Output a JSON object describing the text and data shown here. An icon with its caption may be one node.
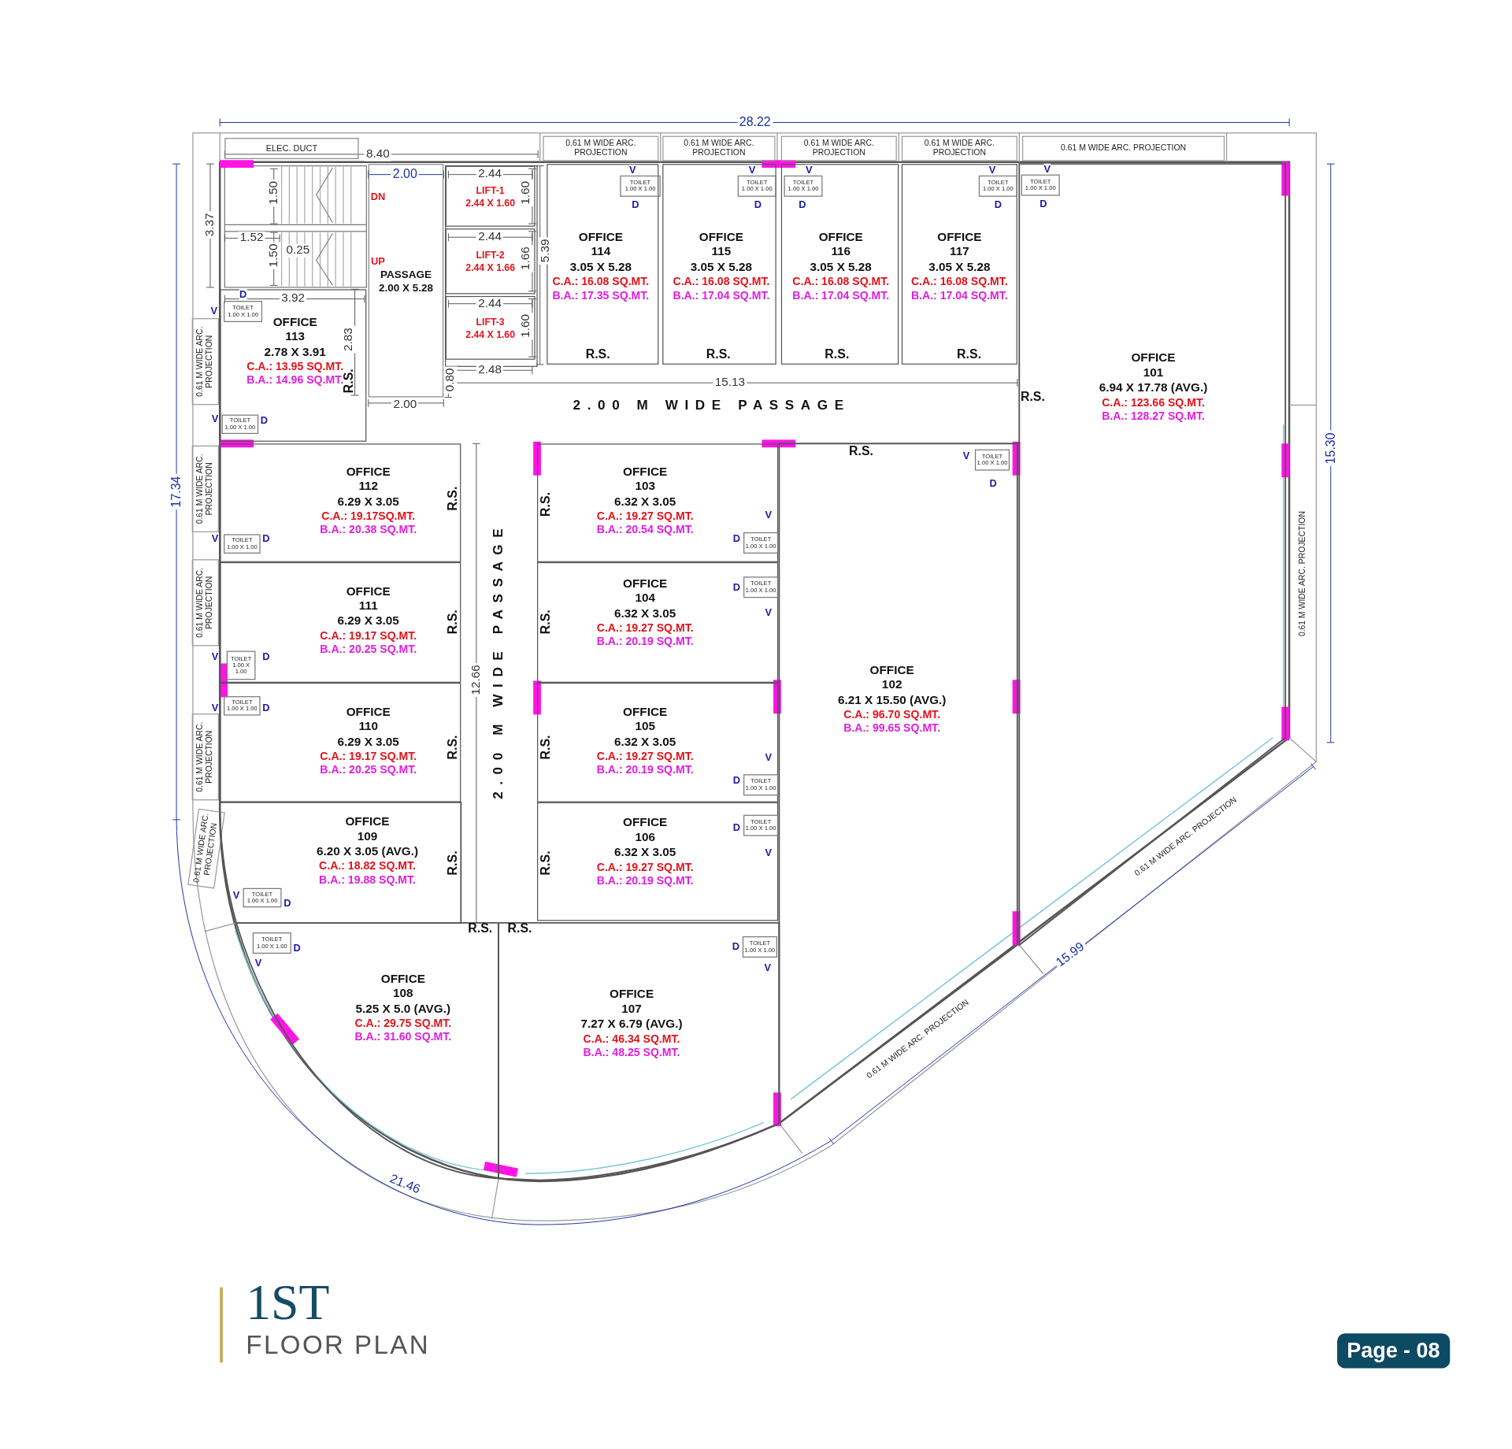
{
  "diagram": {
    "title": "1ST FLOOR PLAN",
    "nodes": [
      {
        "text": [
          "ELEC. DUCT"
        ]
      },
      {
        "text": [
          "0.61 M WIDE ARC. PROJECTION"
        ]
      },
      {
        "text": [
          "0.61 M WIDE ARC. PROJECTION"
        ]
      },
      {
        "text": [
          "0.61 M WIDE ARC. PROJECTION"
        ]
      },
      {
        "text": [
          "0.61 M WIDE ARC. PROJECTION"
        ]
      },
      {
        "text": [
          "0.61 M WIDE ARC. PROJECTION"
        ]
      },
      {
        "text": [
          "PASSAGE",
          "2.00 X 5.28"
        ],
        "beside": [
          "2.00"
        ]
      },
      {
        "text": [
          "LIFT-1",
          "2.44 X 1.60"
        ]
      },
      {
        "text": [
          "LIFT-2",
          "2.44 X 1.66"
        ]
      },
      {
        "text": [
          "LIFT-3",
          "2.44 X 1.60"
        ]
      },
      {
        "text": [
          "OFFICE 114",
          "3.05 X 5.28",
          "C.A.: 16.08 SQ.MT.",
          "B.A.: 17.35 SQ.MT."
        ]
      },
      {
        "text": [
          "TOILET",
          "1.00 X 1.00"
        ],
        "in": 10,
        "beside": [
          "V",
          "D"
        ]
      },
      {
        "text": [
          "OFFICE 115",
          "3.05 X 5.28",
          "C.A.: 16.08 SQ.MT.",
          "B.A.: 17.04 SQ.MT."
        ]
      },
      {
        "text": [
          "TOILET",
          "1.00 X 1.00"
        ],
        "in": 12,
        "beside": [
          "V",
          "D"
        ]
      },
      {
        "text": [
          "OFFICE 116",
          "3.05 X 5.28",
          "C.A.: 16.08 SQ.MT.",
          "B.A.: 17.04 SQ.MT."
        ]
      },
      {
        "text": [
          "TOILET",
          "1.00 X 1.00"
        ],
        "in": 14,
        "beside": [
          "V",
          "D"
        ]
      },
      {
        "text": [
          "OFFICE 117",
          "3.05 X 5.28",
          "C.A.: 16.08 SQ.MT.",
          "B.A.: 17.04 SQ.MT."
        ]
      },
      {
        "text": [
          "TOILET",
          "1.00 X 1.00"
        ],
        "in": 16,
        "beside": [
          "V",
          "D"
        ]
      },
      {
        "text": [
          "OFFICE 101",
          "6.94 X 17.78 (AVG.)",
          "C.A.: 123.66 SQ.MT.",
          "B.A.: 128.27 SQ.MT."
        ]
      },
      {
        "text": [
          "TOILET",
          "1.00 X 1.00"
        ],
        "in": 18,
        "beside": [
          "V",
          "D"
        ]
      },
      {
        "text": [
          "0.61 M WIDE ARC. PROJECTION"
        ]
      },
      {
        "text": [
          "OFFICE 113",
          "2.78 X 3.91",
          "C.A.: 13.95 SQ.MT.",
          "B.A.: 14.96 SQ.MT."
        ]
      },
      {
        "text": [
          "TOILET",
          "1.00 X 1.00"
        ],
        "in": 21,
        "beside": [
          "V",
          "D"
        ]
      },
      {
        "text": [
          "TOILET",
          "1.00 X 1.00"
        ],
        "in": 21,
        "beside": [
          "V",
          "D"
        ]
      },
      {
        "text": [
          "0.61 M WIDE ARC. PROJECTION"
        ]
      },
      {
        "text": [
          "0.61 M WIDE ARC. PROJECTION"
        ]
      },
      {
        "text": [
          "OFFICE 112",
          "6.29 X 3.05",
          "C.A.: 19.17SQ.MT.",
          "B.A.: 20.38 SQ.MT."
        ]
      },
      {
        "text": [
          "TOILET",
          "1.00 X 1.00"
        ],
        "in": 26,
        "beside": [
          "V",
          "D"
        ]
      },
      {
        "text": [
          "OFFICE 103",
          "6.32 X 3.05",
          "C.A.: 19.27 SQ.MT.",
          "B.A.: 20.54 SQ.MT."
        ]
      },
      {
        "text": [
          "TOILET",
          "1.00 X 1.00"
        ],
        "in": 28,
        "beside": [
          "V",
          "D"
        ]
      },
      {
        "text": [
          "OFFICE 102",
          "6.21 X 15.50 (AVG.)",
          "C.A.: 96.70 SQ.MT.",
          "B.A.: 99.65 SQ.MT."
        ]
      },
      {
        "text": [
          "TOILET",
          "1.00 X 1.00"
        ],
        "in": 30,
        "beside": [
          "V",
          "D"
        ]
      },
      {
        "text": [
          "OFFICE 104",
          "6.32 X 3.05",
          "C.A.: 19.27 SQ.MT.",
          "B.A.: 20.19 SQ.MT."
        ]
      },
      {
        "text": [
          "TOILET",
          "1.00 X 1.00"
        ],
        "in": 32,
        "beside": [
          "V",
          "D"
        ]
      },
      {
        "text": [
          "0.61 M WIDE ARC. PROJECTION"
        ]
      },
      {
        "text": [
          "OFFICE 111",
          "6.29 X 3.05",
          "C.A.: 19.17 SQ.MT.",
          "B.A.: 20.25 SQ.MT."
        ]
      },
      {
        "text": [
          "TOILET",
          "1.00 X 1.00"
        ],
        "in": 35,
        "beside": [
          "V",
          "D"
        ]
      },
      {
        "text": [
          "OFFICE 105",
          "6.32 X 3.05",
          "C.A.: 19.27 SQ.MT.",
          "B.A.: 20.19 SQ.MT."
        ]
      },
      {
        "text": [
          "TOILET",
          "1.00 X 1.00"
        ],
        "in": 37,
        "beside": [
          "V",
          "D"
        ]
      },
      {
        "text": [
          "0.61 M WIDE ARC. PROJECTION"
        ]
      },
      {
        "text": [
          "OFFICE 110",
          "6.29 X 3.05",
          "C.A.: 19.17 SQ.MT.",
          "B.A.: 20.25 SQ.MT."
        ]
      },
      {
        "text": [
          "TOILET",
          "1.00 X 1.00"
        ],
        "in": 40,
        "beside": [
          "V",
          "D"
        ]
      },
      {
        "text": [
          "OFFICE 106",
          "6.32 X 3.05",
          "C.A.: 19.27 SQ.MT.",
          "B.A.: 20.19 SQ.MT."
        ]
      },
      {
        "text": [
          "TOILET",
          "1.00 X 1.00"
        ],
        "in": 42,
        "beside": [
          "V",
          "D"
        ]
      },
      {
        "text": [
          "0.61 M WIDE ARC. PROJECTION"
        ]
      },
      {
        "text": [
          "OFFICE 109",
          "6.20 X 3.05 (AVG.)",
          "C.A.: 18.82 SQ.MT.",
          "B.A.: 19.88 SQ.MT."
        ]
      },
      {
        "text": [
          "TOILET",
          "1.00 X 1.00"
        ],
        "in": 45,
        "beside": [
          "V",
          "D"
        ]
      },
      {
        "text": [
          "0.61 M WIDE ARC. PROJECTION"
        ]
      },
      {
        "text": [
          "OFFICE 108",
          "5.25 X 5.0 (AVG.)",
          "C.A.: 29.75 SQ.MT.",
          "B.A.: 31.60 SQ.MT."
        ]
      },
      {
        "text": [
          "TOILET",
          "1.00 X 1.00"
        ],
        "in": 48,
        "beside": [
          "V",
          "D"
        ]
      },
      {
        "text": [
          "OFFICE 107",
          "7.27 X 6.79 (AVG.)",
          "C.A.: 46.34 SQ.MT.",
          "B.A.: 48.25 SQ.MT."
        ]
      },
      {
        "text": [
          "TOILET",
          "1.00 X 1.00"
        ],
        "in": 50,
        "beside": [
          "V",
          "D"
        ]
      },
      {
        "text": [
          "0.61 M WIDE ARC. PROJECTION"
        ]
      }
    ],
    "labels": [
      "28.22",
      "8.40",
      "2.00",
      "2.44",
      "1.50",
      "1.60",
      "DN",
      "3.37",
      "1.52",
      "2.44",
      "0.25",
      "1.50",
      "1.66",
      "5.39",
      "UP",
      "3.92",
      "2.44",
      "1.60",
      "2.83",
      "R.S.",
      "R.S.",
      "R.S.",
      "R.S.",
      "2.48",
      "R.S.",
      "0.80",
      "15.13",
      "R.S.",
      "2.00 M WIDE PASSAGE",
      "R.S.",
      "15.30",
      "17.34",
      "R.S.",
      "R.S.",
      "R.S.",
      "R.S.",
      "2.00 M WIDE PASSAGE",
      "12.66",
      "R.S.",
      "R.S.",
      "R.S.",
      "R.S.",
      "R.S.",
      "R.S.",
      "15.99",
      "21.46",
      "Page - 08"
    ]
  }
}
